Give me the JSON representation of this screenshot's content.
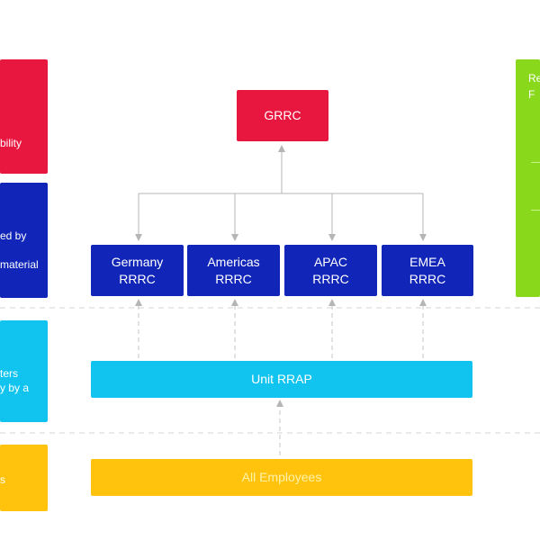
{
  "diagram": {
    "top_node": {
      "label": "GRRC",
      "color": "#e8173f"
    },
    "regional_nodes": [
      {
        "label": "Germany\nRRRC"
      },
      {
        "label": "Americas\nRRRC"
      },
      {
        "label": "APAC\nRRRC"
      },
      {
        "label": "EMEA\nRRRC"
      }
    ],
    "unit_node": {
      "label": "Unit RRAP"
    },
    "employees_node": {
      "label": "All Employees"
    },
    "left_panels": [
      {
        "text": "bility"
      },
      {
        "text": "ed by\n\nmaterial"
      },
      {
        "text": "ters\ny by a"
      },
      {
        "text": "s"
      }
    ],
    "right_panel": {
      "text": "Re\nF"
    },
    "colors": {
      "red": "#e8173f",
      "navy": "#1126b8",
      "cyan": "#11c4f0",
      "yellow": "#ffc30d",
      "green": "#8ad81c",
      "connector": "#b5b5b5",
      "dashed": "#d5d5d5"
    }
  }
}
